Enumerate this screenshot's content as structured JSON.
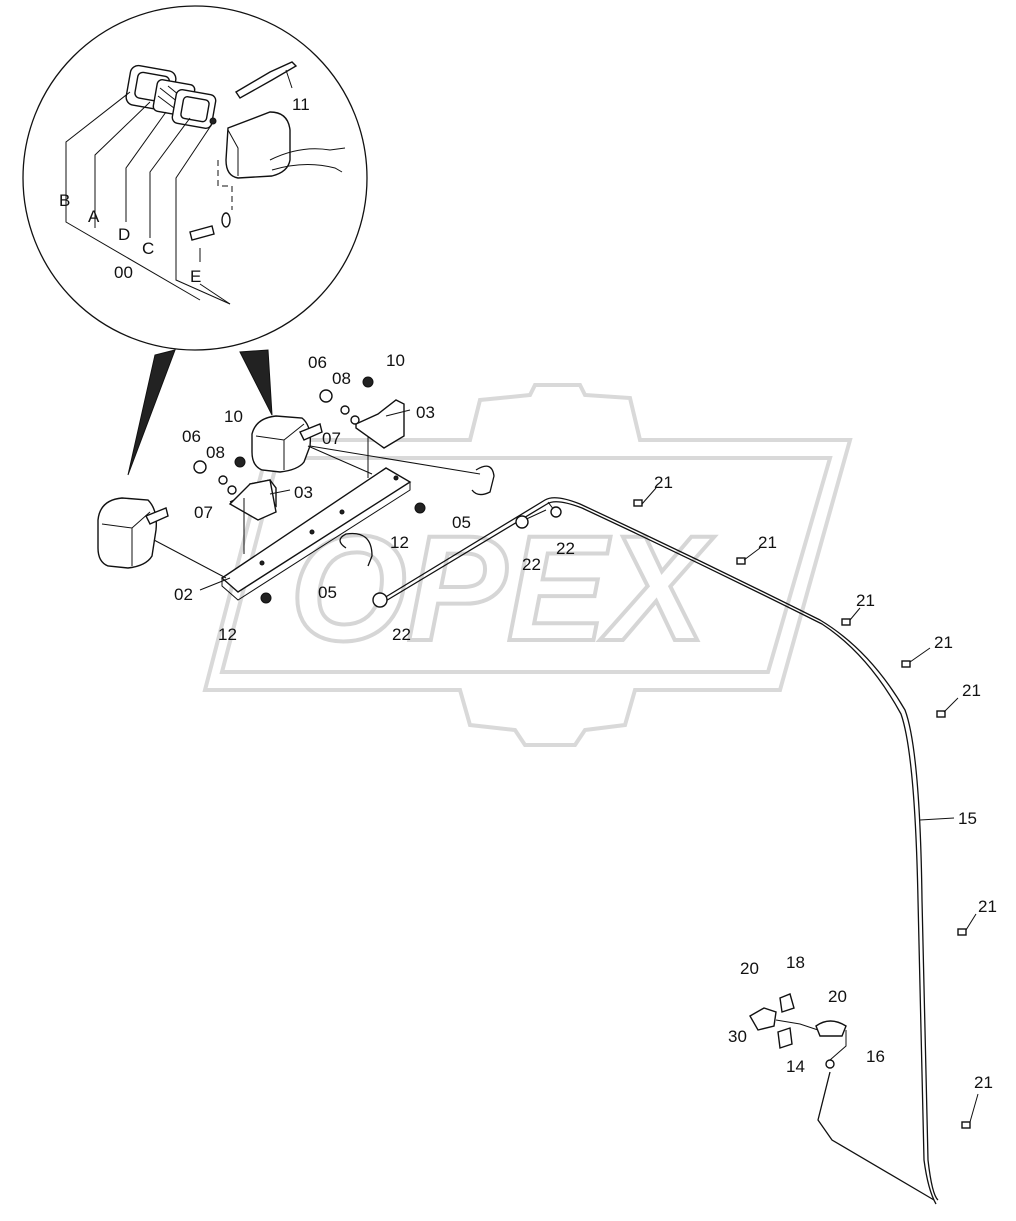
{
  "watermark": {
    "text": "OPEX"
  },
  "labels": {
    "detail_b": "B",
    "detail_a": "A",
    "detail_d": "D",
    "detail_c": "C",
    "detail_00": "00",
    "detail_e": "E",
    "detail_11": "11",
    "p06a": "06",
    "p08a": "08",
    "p10a": "10",
    "p07a": "07",
    "p03a": "03",
    "p06b": "06",
    "p08b": "08",
    "p10b": "10",
    "p07b": "07",
    "p03b": "03",
    "p05a": "05",
    "p05b": "05",
    "p12a": "12",
    "p12b": "12",
    "p02": "02",
    "p22a": "22",
    "p22b": "22",
    "p22c": "22",
    "p21a": "21",
    "p21b": "21",
    "p21c": "21",
    "p21d": "21",
    "p21e": "21",
    "p21f": "21",
    "p21g": "21",
    "p15": "15",
    "p20a": "20",
    "p18": "18",
    "p20b": "20",
    "p30": "30",
    "p14": "14",
    "p16": "16"
  }
}
